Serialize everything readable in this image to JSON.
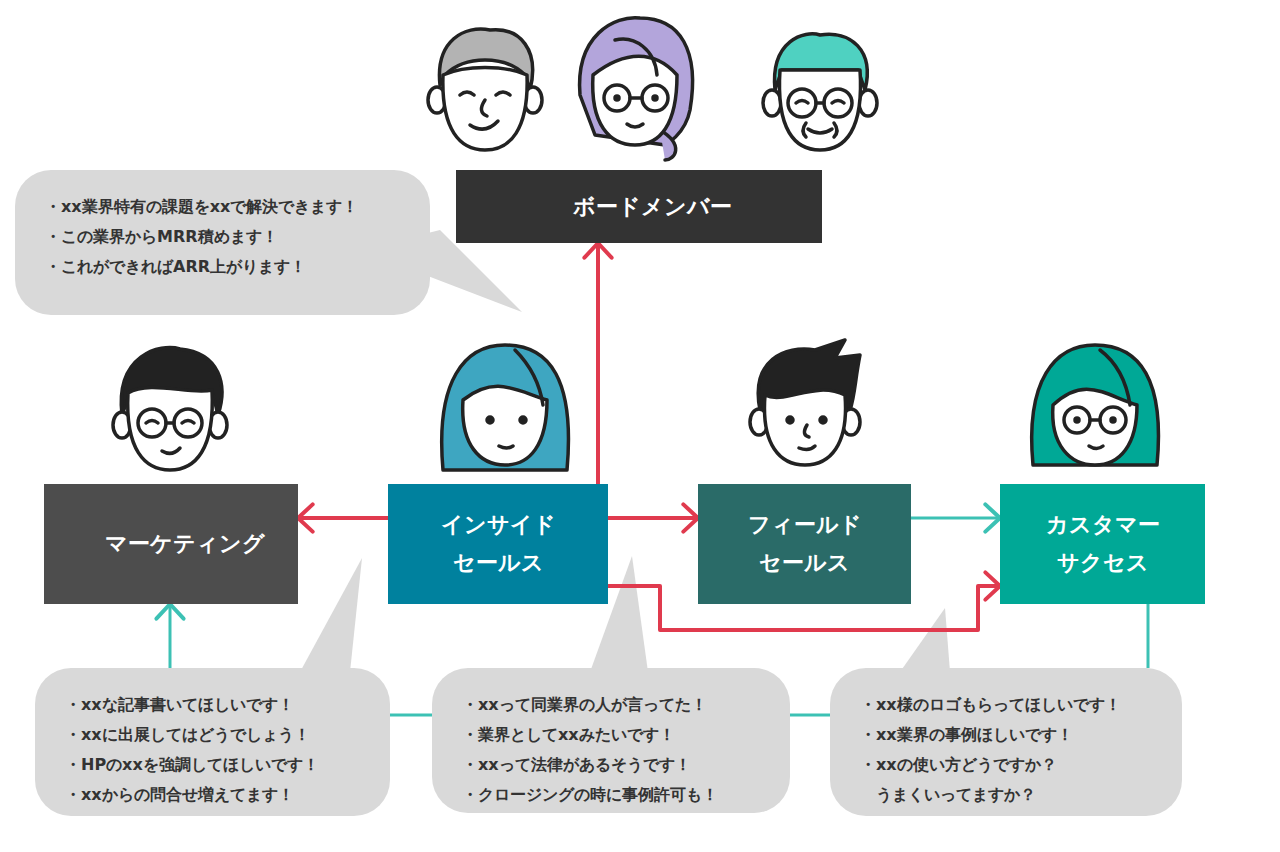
{
  "diagram": {
    "nodes": [
      {
        "text": [
          "ボードメンバー"
        ]
      },
      {
        "text": [
          "・xx業界特有の課題をxxで解決できます！",
          "・この業界からMRR積めます！",
          "・これができればARR上がります！"
        ]
      },
      {
        "text": [
          "マーケティング"
        ]
      },
      {
        "text": [
          "インサイド セールス"
        ]
      },
      {
        "text": [
          "フィールド セールス"
        ]
      },
      {
        "text": [
          "カスタマー サクセス"
        ]
      },
      {
        "text": [
          "・xxな記事書いてほしいです！",
          "・xxに出展してはどうでしょう！",
          "・HPのxxを強調してほしいです！",
          "・xxからの問合せ増えてます！"
        ]
      },
      {
        "text": [
          "・xxって同業界の人が言ってた！",
          "・業界としてxxみたいです！",
          "・xxって法律があるそうです！",
          "・クロージングの時に事例許可も！"
        ]
      },
      {
        "text": [
          "・xx様のロゴもらってほしいです！",
          "・xx業界の事例ほしいです！",
          "・xxの使い方どうですか？ うまくいってますか？"
        ]
      }
    ],
    "edges": [
      {
        "from": 3,
        "to": 0,
        "arrow": "to"
      },
      {
        "from": 3,
        "to": 2,
        "arrow": "to"
      },
      {
        "from": 3,
        "to": 4,
        "arrow": "to"
      },
      {
        "from": 3,
        "to": 5,
        "arrow": "to"
      },
      {
        "from": 4,
        "to": 5,
        "arrow": "to"
      },
      {
        "from": 5,
        "to": 8,
        "arrow": "none"
      },
      {
        "from": 8,
        "to": 7,
        "arrow": "none"
      },
      {
        "from": 7,
        "to": 6,
        "arrow": "none"
      },
      {
        "from": 6,
        "to": 2,
        "arrow": "to"
      }
    ]
  }
}
